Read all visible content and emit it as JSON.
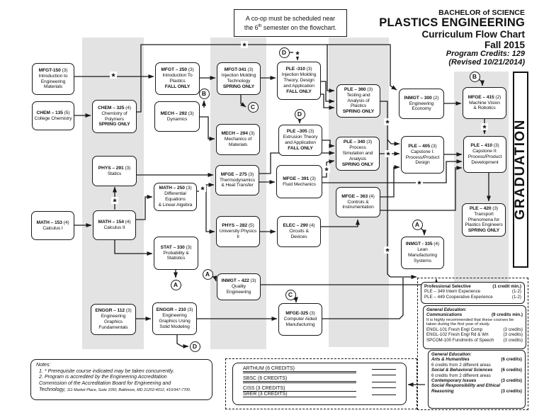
{
  "header": {
    "line1": "BACHELOR of SCIENCE",
    "line2": "PLASTICS ENGINEERING",
    "line3": "Curriculum Flow Chart",
    "line4": "Fall 2015",
    "line5": "Program Credits: 129",
    "line6": "(Revised 10/21/2014)"
  },
  "coop_note": {
    "line1": "A co-op must be scheduled near",
    "line2_pre": "the 6",
    "line2_sup": "th",
    "line2_post": " semester on the flowchart."
  },
  "graduation_label": "GRADUATION",
  "star_symbol": "*",
  "connector_circles": [
    "D",
    "B",
    "C",
    "D",
    "B",
    "A",
    "A",
    "A",
    "C",
    "D"
  ],
  "courses": [
    {
      "id": "mfgt150",
      "code": "MFGT-150",
      "credits": "(3)",
      "title": [
        "Introduction to",
        "Engineering",
        "Materials"
      ],
      "schedule": ""
    },
    {
      "id": "chem135",
      "code": "CHEM – 135",
      "credits": "(5)",
      "title": [
        "College Chemistry"
      ],
      "schedule": ""
    },
    {
      "id": "math153",
      "code": "MATH – 153",
      "credits": "(4)",
      "title": [
        "Calculus I"
      ],
      "schedule": ""
    },
    {
      "id": "chem325",
      "code": "CHEM – 325",
      "credits": "(4)",
      "title": [
        "Chemistry of",
        "Polymers"
      ],
      "schedule": "SPRING ONLY"
    },
    {
      "id": "phys291",
      "code": "PHYS – 291",
      "credits": "(3)",
      "title": [
        "Statics"
      ],
      "schedule": ""
    },
    {
      "id": "math154",
      "code": "MATH – 154",
      "credits": "(4)",
      "title": [
        "Calculus II"
      ],
      "schedule": ""
    },
    {
      "id": "enggr112",
      "code": "ENGGR – 112",
      "credits": "(3)",
      "title": [
        "Engineering",
        "Graphics",
        "Fundamentals"
      ],
      "schedule": ""
    },
    {
      "id": "mfgt250",
      "code": "MFGT – 250",
      "credits": "(3)",
      "title": [
        "Introduction To",
        "Plastics"
      ],
      "schedule": "FALL ONLY"
    },
    {
      "id": "mech292",
      "code": "MECH – 292",
      "credits": "(3)",
      "title": [
        "Dynamics"
      ],
      "schedule": ""
    },
    {
      "id": "math250",
      "code": "MATH – 250",
      "credits": "(3)",
      "title": [
        "Differential",
        "Equations",
        "& Linear Algebra"
      ],
      "schedule": ""
    },
    {
      "id": "stat330",
      "code": "STAT – 330",
      "credits": "(3)",
      "title": [
        "Probability &",
        "Statistics"
      ],
      "schedule": ""
    },
    {
      "id": "enggr210",
      "code": "ENGGR – 210",
      "credits": "(3)",
      "title": [
        "Engineering",
        "Graphics Using",
        "Solid Modeling"
      ],
      "schedule": ""
    },
    {
      "id": "mfgt341",
      "code": "MFGT-341",
      "credits": "(3)",
      "title": [
        "Injection Molding",
        "Technology"
      ],
      "schedule": "SPRING ONLY"
    },
    {
      "id": "mech294",
      "code": "MECH – 294",
      "credits": "(3)",
      "title": [
        "Mechanics of",
        "Materials"
      ],
      "schedule": ""
    },
    {
      "id": "mfge275",
      "code": "MFGE – 275",
      "credits": "(3)",
      "title": [
        "Thermodynamics",
        "& Heat Transfer"
      ],
      "schedule": ""
    },
    {
      "id": "phys282",
      "code": "PHYS – 282",
      "credits": "(5)",
      "title": [
        "University Physics",
        "II"
      ],
      "schedule": ""
    },
    {
      "id": "inmgt422",
      "code": "INMGT – 422",
      "credits": "(3)",
      "title": [
        "Quality",
        "Engineering"
      ],
      "schedule": ""
    },
    {
      "id": "ple310",
      "code": "PLE -310",
      "credits": "(3)",
      "title": [
        "Injection Molding",
        "Theory, Design",
        "and Application"
      ],
      "schedule": "FALL ONLY"
    },
    {
      "id": "ple305",
      "code": "PLE –305",
      "credits": "(3)",
      "title": [
        "Extrusion Theory",
        "and Application"
      ],
      "schedule": "FALL ONLY"
    },
    {
      "id": "mfge391",
      "code": "MFGE – 391",
      "credits": "(3)",
      "title": [
        "Fluid Mechanics"
      ],
      "schedule": ""
    },
    {
      "id": "elec290",
      "code": "ELEC – 290",
      "credits": "(4)",
      "title": [
        "Circuits &",
        "Devices"
      ],
      "schedule": ""
    },
    {
      "id": "mfge325",
      "code": "MFGE-325",
      "credits": "(3)",
      "title": [
        "Computer Aided",
        "Manufacturing"
      ],
      "schedule": ""
    },
    {
      "id": "ple360",
      "code": "PLE – 360",
      "credits": "(3)",
      "title": [
        "Testing and",
        "Analysis of",
        "Plastics"
      ],
      "schedule": "SPRING ONLY"
    },
    {
      "id": "ple340",
      "code": "PLE – 340",
      "credits": "(3)",
      "title": [
        "Process",
        "Simulation and",
        "Analysis"
      ],
      "schedule": "SPRING ONLY"
    },
    {
      "id": "mfge363",
      "code": "MFGE – 363",
      "credits": "(4)",
      "title": [
        "Controls &",
        "Instrumentation"
      ],
      "schedule": ""
    },
    {
      "id": "inmgt300",
      "code": "INMGT – 300",
      "credits": "(2)",
      "title": [
        "Engineering",
        "Economy"
      ],
      "schedule": ""
    },
    {
      "id": "ple405",
      "code": "PLE – 405",
      "credits": "(3)",
      "title": [
        "Capstone I:",
        "Process/Product",
        "Design"
      ],
      "schedule": ""
    },
    {
      "id": "inmgt335",
      "code": "INMGT - 335",
      "credits": "(4)",
      "title": [
        "Lean",
        "Manufacturing",
        "Systems"
      ],
      "schedule": ""
    },
    {
      "id": "mfge415",
      "code": "MFGE – 415",
      "credits": "(2)",
      "title": [
        "Machine Vision",
        "& Robotics"
      ],
      "schedule": ""
    },
    {
      "id": "ple410",
      "code": "PLE – 410",
      "credits": "(3)",
      "title": [
        "Capstone II:",
        "Process/Product",
        "Development"
      ],
      "schedule": ""
    },
    {
      "id": "ple420",
      "code": "PLE – 420",
      "credits": "(3)",
      "title": [
        "Transport",
        "Phenomena for",
        "Plastics Engineers"
      ],
      "schedule": "SPRING ONLY"
    }
  ],
  "professional_selective": {
    "title": "Professional Selective",
    "title_credits": "(1 credit min.)",
    "items": [
      {
        "text": "PLE – 349  Intern Experience",
        "credits": "(1-2)"
      },
      {
        "text": "PLE – 449  Cooperative Experience",
        "credits": "(1-2)"
      }
    ]
  },
  "gen_ed_communications": {
    "heading": "General Education:",
    "subheading": "Communications",
    "subheading_credits": "(9 credits min.)",
    "note": "It is highly recommended that these courses be taken during the first year of study.",
    "items": [
      {
        "text": "ENGL-101 Fresh Engl Comp",
        "credits": "(3 credits)"
      },
      {
        "text": "ENGL-102 Fresh Engl Rd & Wrt",
        "credits": "(3 credits)"
      },
      {
        "text": "SPCOM-100 Fundmntls of Speech",
        "credits": "(3 credits)"
      }
    ]
  },
  "gen_ed_areas": {
    "heading": "General Education:",
    "items": [
      {
        "name": "Arts & Humanities",
        "credits": "(6 credits)",
        "note": "6 credits from 2 different areas"
      },
      {
        "name": "Social & Behavioral Sciences",
        "credits": "(6 credits)",
        "note": "6 credits from 2 different areas"
      },
      {
        "name": "Contemporary Issues",
        "credits": "(3 credits)",
        "note": ""
      },
      {
        "name": "Social Responsibility and Ethical Reasoning",
        "credits": "(3 credits)",
        "note": ""
      }
    ]
  },
  "fill_in": {
    "rows": [
      "ARTHUM (6 CREDITS)",
      "SBSC (6 CREDITS)",
      "CISS (3 CREDITS)",
      "SRER (3 CREDITS)"
    ]
  },
  "notes": {
    "title": "Notes:",
    "lines": [
      "1. * Prerequisite course indicated may be taken concurrently.",
      "2. Program is accredited by the Engineering Accreditation",
      "Commission of the Accreditation Board for Engineering and"
    ],
    "last_line_main": "Technology,",
    "last_line_small": "111 Market Place, Suite 1050, Baltimore, MD 21202-4012, 410/347-7700."
  }
}
